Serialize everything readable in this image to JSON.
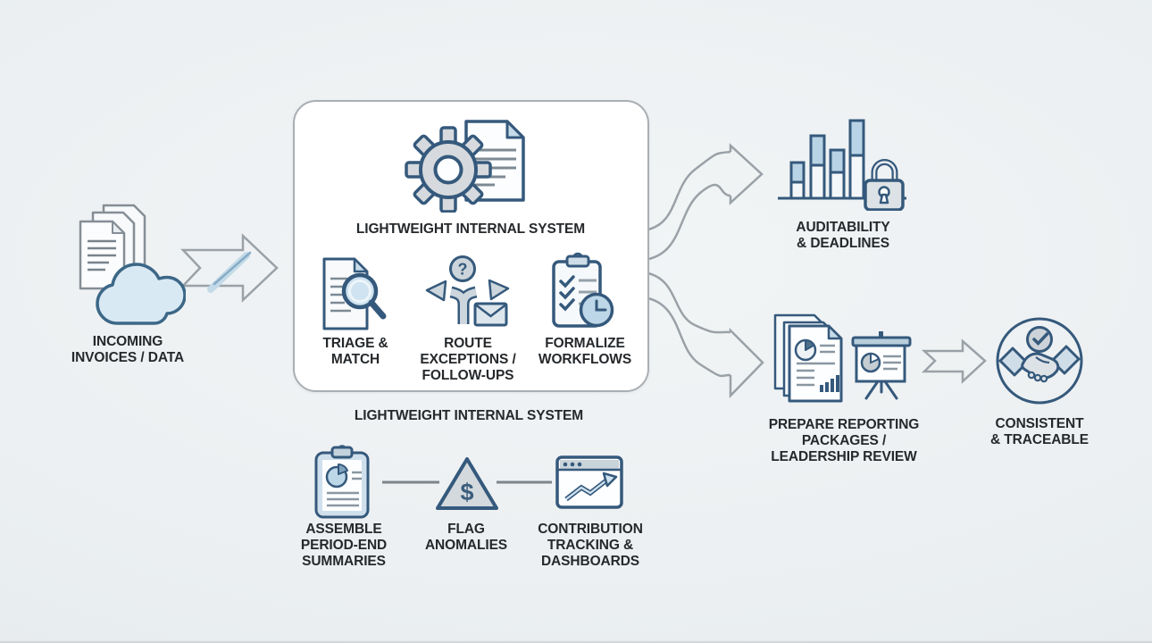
{
  "colors": {
    "background": "#ebeff1",
    "ink_outline": "#35597c",
    "light_blue": "#cfe2ee",
    "mid_blue": "#b5cad9",
    "gray_fill": "#d6dade",
    "arrow_gray": "#9aa1a7",
    "text": "#26292c",
    "box_border": "#a9afb4"
  },
  "nodes": {
    "incoming": {
      "label": "INCOMING\nINVOICES / DATA",
      "icon": "documents-cloud-icon"
    },
    "system_box": {
      "title": "LIGHTWEIGHT INTERNAL SYSTEM",
      "icon": "gear-document-icon",
      "features": [
        {
          "label": "TRIAGE &\nMATCH",
          "icon": "document-magnifier-icon"
        },
        {
          "label": "ROUTE\nEXCEPTIONS /\nFOLLOW-UPS",
          "icon": "branching-arrows-icon"
        },
        {
          "label": "FORMALIZE\nWORKFLOWS",
          "icon": "clipboard-clock-icon"
        }
      ],
      "caption": "LIGHTWEIGHT INTERNAL SYSTEM"
    },
    "sub_processes": [
      {
        "label": "ASSEMBLE\nPERIOD-END\nSUMMARIES",
        "icon": "clipboard-piechart-icon"
      },
      {
        "label": "FLAG\nANOMALIES",
        "icon": "warning-triangle-dollar-icon"
      },
      {
        "label": "CONTRIBUTION\nTRACKING &\nDASHBOARDS",
        "icon": "dashboard-window-icon"
      }
    ],
    "outputs": [
      {
        "label": "AUDITABILITY\n& DEADLINES",
        "icon": "bar-chart-lock-icon"
      },
      {
        "label": "PREPARE REPORTING\nPACKAGES /\nLEADERSHIP REVIEW",
        "icon": "report-stack-easel-icon"
      }
    ],
    "outcome": {
      "label": "CONSISTENT\n& TRACEABLE",
      "icon": "handshake-check-icon"
    }
  },
  "glyphs": {
    "question_mark": "?",
    "dollar": "$"
  }
}
